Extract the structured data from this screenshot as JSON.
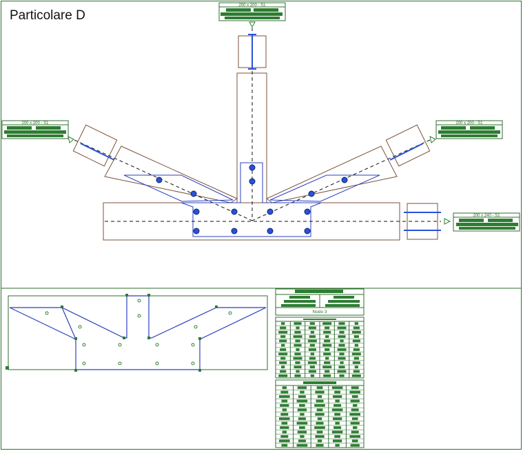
{
  "drawing": {
    "title": "Particolare D",
    "node_label": "Nodo 3",
    "tags": {
      "top": "200 x 200 - S1",
      "left": "200 x 200 - S1",
      "right": "200 x 200 - S1",
      "right_low": "200 x 240 - S1"
    }
  },
  "colors": {
    "frame": "#2e6e2e",
    "block": "#2e7d32",
    "timber_outline": "#7a5238",
    "plate": "#2a3fbf",
    "bolt": "#2a52d6",
    "axis": "#111111"
  }
}
